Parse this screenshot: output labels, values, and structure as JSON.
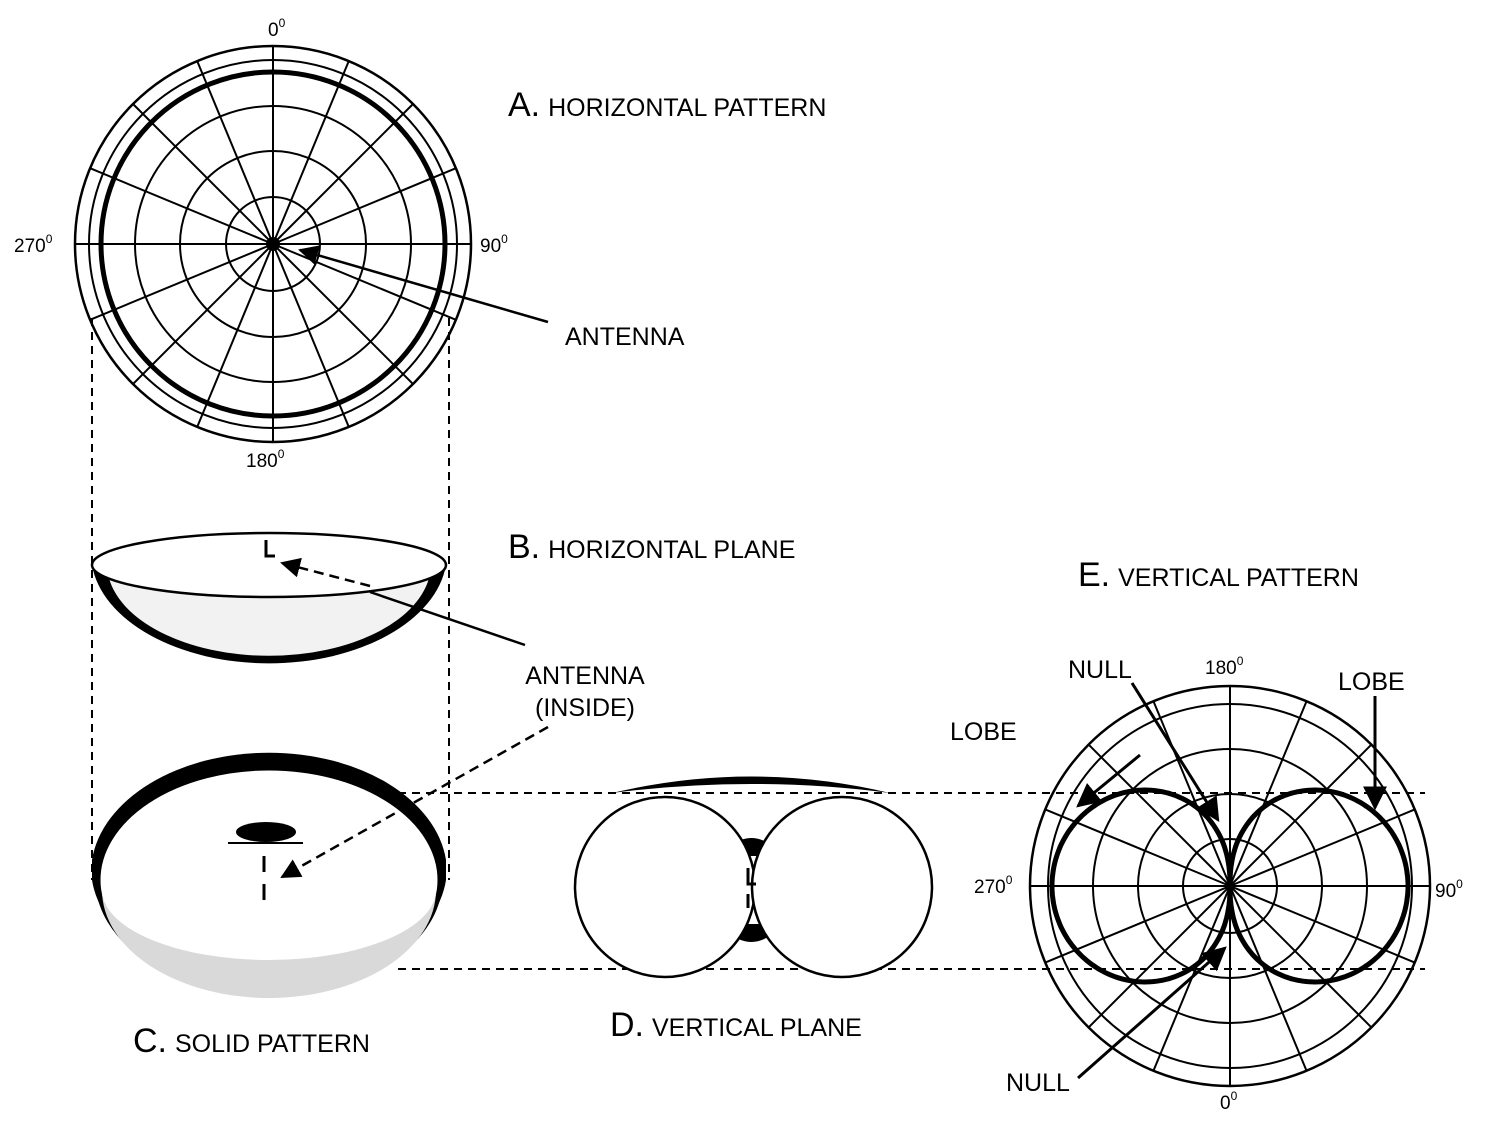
{
  "captions": {
    "a": {
      "letter": "A.",
      "text": "HORIZONTAL PATTERN"
    },
    "b": {
      "letter": "B.",
      "text": "HORIZONTAL PLANE"
    },
    "c": {
      "letter": "C.",
      "text": "SOLID PATTERN"
    },
    "d": {
      "letter": "D.",
      "text": "VERTICAL PLANE"
    },
    "e": {
      "letter": "E.",
      "text": "VERTICAL PATTERN"
    }
  },
  "horizontal_pattern": {
    "deg_top": "0",
    "deg_right": "90",
    "deg_bottom": "180",
    "deg_left": "270",
    "sup": "0",
    "antenna_label": "ANTENNA"
  },
  "antenna_inside": {
    "line1": "ANTENNA",
    "line2": "(INSIDE)"
  },
  "vertical_pattern": {
    "deg_top": "180",
    "deg_right": "90",
    "deg_bottom": "0",
    "deg_left": "270",
    "sup": "0",
    "null_top": "NULL",
    "null_bottom": "NULL",
    "lobe_left": "LOBE",
    "lobe_right": "LOBE"
  }
}
